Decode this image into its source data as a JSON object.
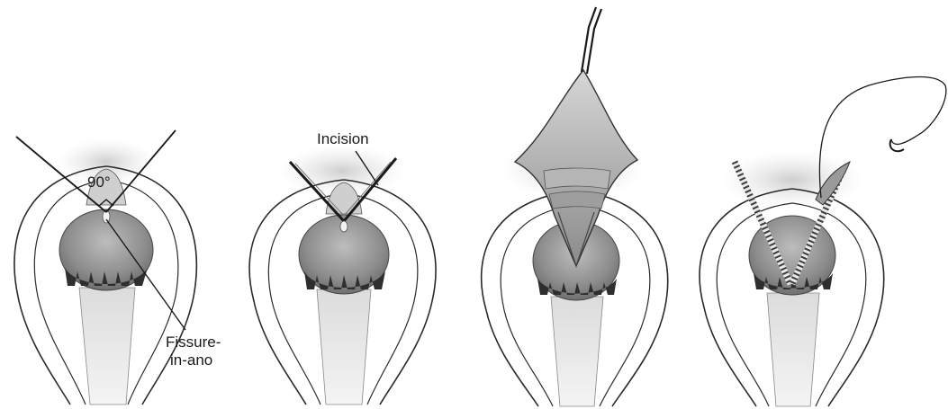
{
  "labels": {
    "angle": "90°",
    "incision": "Incision",
    "fissure_line1": "Fissure-",
    "fissure_line2": "in-ano"
  },
  "colors": {
    "ink": "#1a1a1a",
    "tissue": "#9a9a9a",
    "tissue_light": "#d0d0d0",
    "mucosa_dark": "#2e2e2e",
    "background": "#ffffff"
  }
}
